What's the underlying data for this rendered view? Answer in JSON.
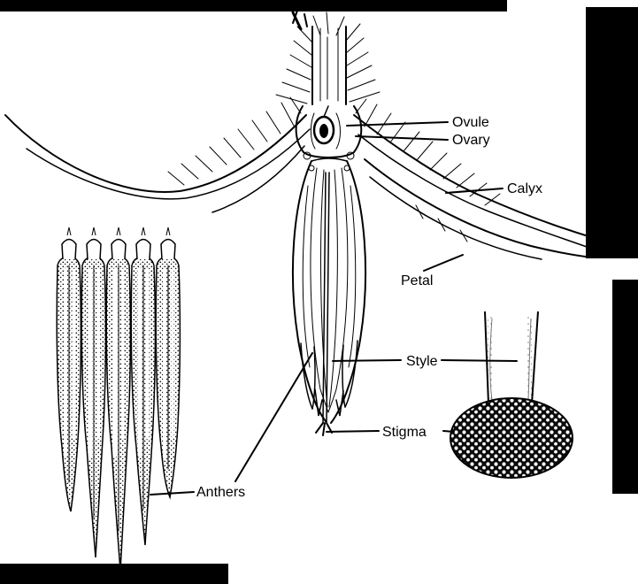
{
  "figure": {
    "ink_color": "#000000",
    "background_color": "#ffffff",
    "labels": {
      "ovule": "Ovule",
      "ovary": "Ovary",
      "calyx": "Calyx",
      "petal": "Petal",
      "style": "Style",
      "stigma": "Stigma",
      "anthers": "Anthers"
    }
  }
}
